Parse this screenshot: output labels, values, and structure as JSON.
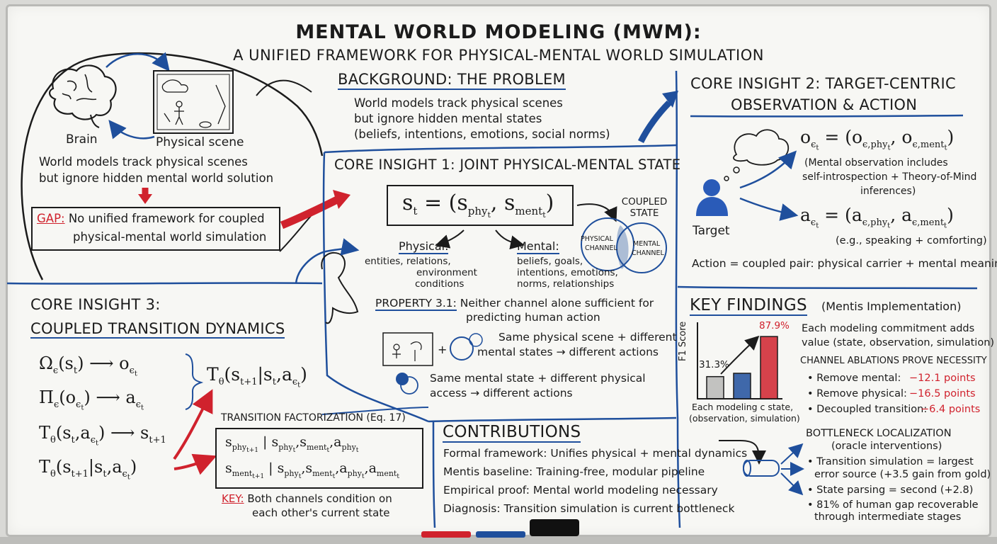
{
  "title": "MENTAL WORLD MODELING (MWM):",
  "subtitle": "A UNIFIED FRAMEWORK FOR PHYSICAL-MENTAL WORLD SIMULATION",
  "intro": {
    "brain_label": "Brain",
    "scene_label": "Physical scene",
    "text_line1": "World models track physical scenes",
    "text_line2": "but ignore hidden mental world solution",
    "gap_key": "GAP:",
    "gap_line1": "No unified framework for coupled",
    "gap_line2": "physical-mental world simulation"
  },
  "background": {
    "heading": "BACKGROUND: THE PROBLEM",
    "line1": "World models track physical scenes",
    "line2": "but ignore hidden mental states",
    "line3": "(beliefs, intentions, emotions, social norms)"
  },
  "insight1": {
    "heading": "CORE INSIGHT 1: JOINT PHYSICAL-MENTAL STATE",
    "coupled_line1": "COUPLED",
    "coupled_line2": "STATE",
    "venn_physical_1": "PHYSICAL",
    "venn_physical_2": "CHANNEL",
    "venn_mental_1": "MENTAL",
    "venn_mental_2": "CHANNEL",
    "physical_head": "Physical:",
    "physical_l1": "entities, relations,",
    "physical_l2": "environment",
    "physical_l3": "conditions",
    "mental_head": "Mental:",
    "mental_l1": "beliefs, goals,",
    "mental_l2": "intentions, emotions,",
    "mental_l3": "norms, relationships",
    "property_key": "PROPERTY 3.1:",
    "property_l1": "Neither channel alone sufficient for",
    "property_l2": "predicting human action",
    "ex1_l1": "Same physical scene + different",
    "ex1_l2": "mental states → different actions",
    "ex2_l1": "Same mental state + different physical",
    "ex2_l2": "access → different actions"
  },
  "insight2": {
    "heading_l1": "CORE INSIGHT 2: TARGET-CENTRIC",
    "heading_l2": "OBSERVATION & ACTION",
    "target_label": "Target",
    "obs_note_l1": "(Mental observation includes",
    "obs_note_l2": "self-introspection + Theory-of-Mind",
    "obs_note_l3": "inferences)",
    "act_note": "(e.g., speaking + comforting)",
    "action_line": "Action = coupled pair: physical carrier + mental meaning"
  },
  "insight3": {
    "heading_l1": "CORE INSIGHT 3:",
    "heading_l2": "COUPLED TRANSITION DYNAMICS",
    "factor_head": "TRANSITION FACTORIZATION (Eq. 17)",
    "key_label": "KEY:",
    "key_l1": "Both channels condition on",
    "key_l2": "each other's current state"
  },
  "contributions": {
    "heading": "CONTRIBUTIONS",
    "items": [
      "Formal framework: Unifies physical + mental dynamics",
      "Mentis baseline: Training-free, modular pipeline",
      "Empirical proof: Mental world modeling necessary",
      "Diagnosis: Transition simulation is current bottleneck"
    ]
  },
  "findings": {
    "heading": "KEY FINDINGS",
    "heading_note": "(Mentis Implementation)",
    "value_l1": "Each modeling commitment adds",
    "value_l2": "value (state, observation, simulation)",
    "ablation_head": "CHANNEL ABLATIONS PROVE NECESSITY",
    "ablations": [
      {
        "label": "• Remove mental:",
        "value": "−12.1 points"
      },
      {
        "label": "• Remove physical:",
        "value": "−16.5 points"
      },
      {
        "label": "• Decoupled transition:",
        "value": "−6.4 points"
      }
    ],
    "bottleneck_head": "BOTTLENECK LOCALIZATION",
    "bottleneck_sub": "(oracle interventions)",
    "bottleneck_items": [
      "• Transition simulation = largest",
      "error source (+3.5 gain from gold)",
      "• State parsing = second (+2.8)",
      "• 81% of human gap recoverable",
      "through intermediate stages"
    ]
  },
  "chart_data": {
    "type": "bar",
    "ylabel": "F1 Score",
    "xlabel_l1": "Each modeling c state,",
    "xlabel_l2": "(observation, simulation)",
    "values": [
      31.3,
      36,
      87.9
    ],
    "value_labels": [
      "31.3%",
      "",
      "87.9%"
    ],
    "bar_colors": [
      "#222222",
      "#1f4f9c",
      "#d0222d"
    ],
    "ylim": [
      0,
      100
    ]
  },
  "colors": {
    "accent_blue": "#1f4f9c",
    "accent_red": "#d0222d",
    "ink": "#1b1b1b"
  }
}
